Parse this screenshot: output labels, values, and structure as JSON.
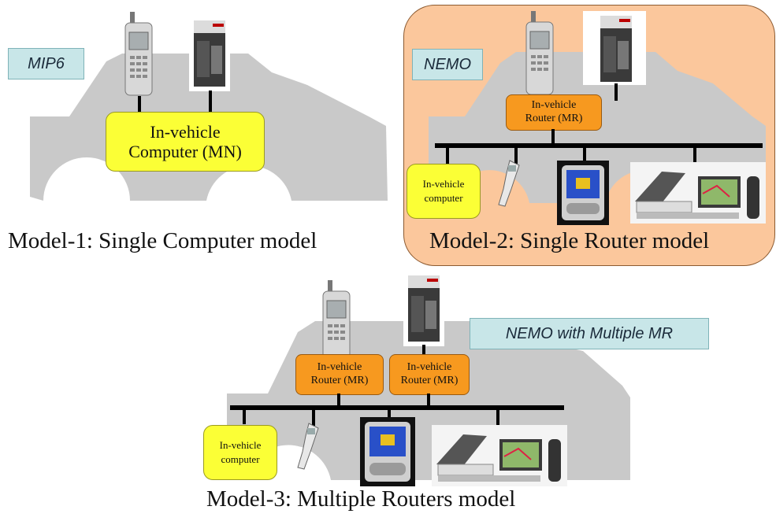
{
  "models": [
    {
      "tag": "MIP6",
      "computer_label": "In-vehicle\nComputer (MN)",
      "caption": "Model-1: Single Computer model"
    },
    {
      "tag": "NEMO",
      "router_label": "In-vehicle\nRouter (MR)",
      "computer_label": "In-vehicle\ncomputer",
      "caption": "Model-2: Single Router model"
    },
    {
      "tag": "NEMO with Multiple MR",
      "router_labels": [
        "In-vehicle\nRouter (MR)",
        "In-vehicle\nRouter (MR)"
      ],
      "computer_label": "In-vehicle\ncomputer",
      "caption": "Model-3: Multiple Routers model"
    }
  ],
  "colors": {
    "car": "#c9c9c9",
    "panel": "#fbc79c",
    "computer_box": "#fbff36",
    "router_box": "#f7991f",
    "tag_bg": "#c8e6e8"
  },
  "icons": [
    "phone-icon",
    "network-card-icon",
    "gps-receiver-icon",
    "pda-icon",
    "car-navigation-unit-icon"
  ]
}
